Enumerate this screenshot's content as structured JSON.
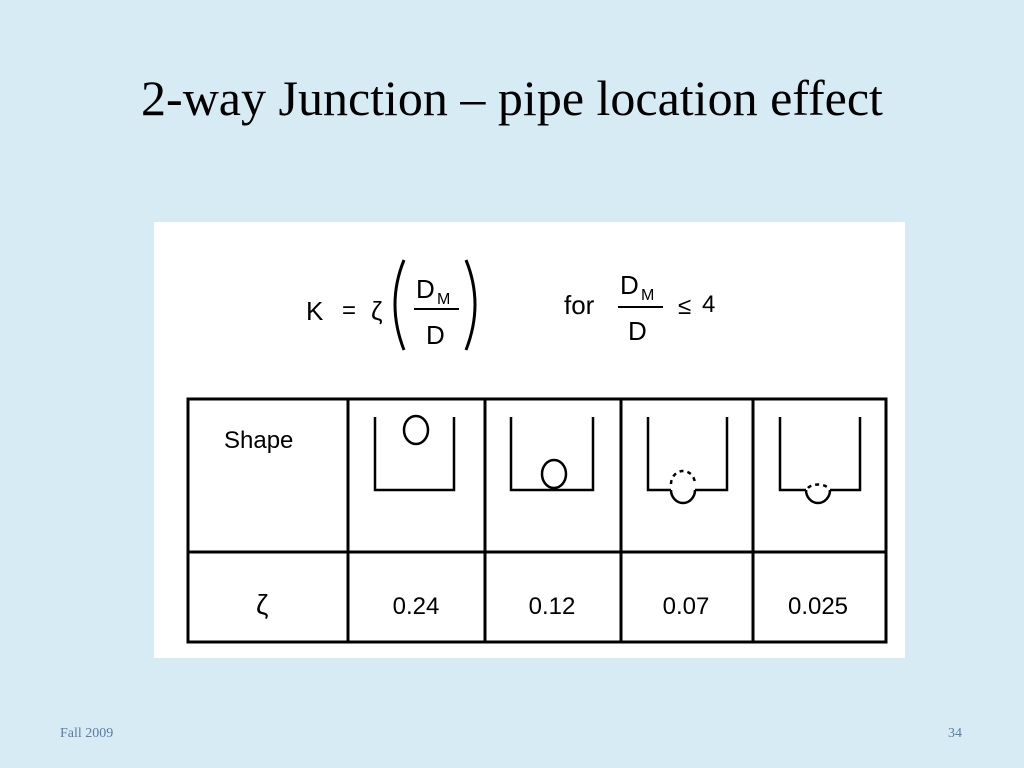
{
  "slide": {
    "title": "2-way Junction – pipe location effect",
    "footer_left": "Fall 2009",
    "page_number": "34"
  },
  "formula": {
    "lhs": "K",
    "equals": "=",
    "coefficient": "ζ",
    "numerator": "D",
    "numerator_subscript": "M",
    "denominator": "D",
    "condition_prefix": "for",
    "condition_numerator": "D",
    "condition_numerator_subscript": "M",
    "condition_denominator": "D",
    "condition_operator": "≤",
    "condition_value": "4"
  },
  "table": {
    "row_header_shape": "Shape",
    "row_header_zeta": "ζ",
    "columns": [
      {
        "shape": "pipe-above-bottom",
        "zeta": "0.24"
      },
      {
        "shape": "pipe-on-bottom",
        "zeta": "0.12"
      },
      {
        "shape": "pipe-half-below-bottom",
        "zeta": "0.07"
      },
      {
        "shape": "pipe-below-bottom",
        "zeta": "0.025"
      }
    ]
  }
}
